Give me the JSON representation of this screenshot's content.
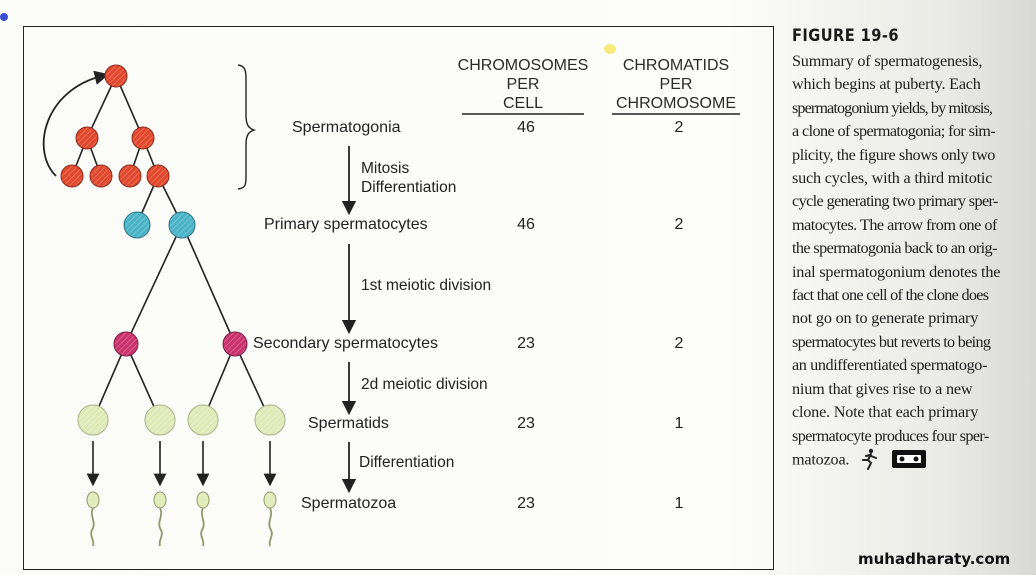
{
  "headers": {
    "chromosomes": [
      "CHROMOSOMES",
      "PER",
      "CELL"
    ],
    "chromatids": [
      "CHROMATIDS",
      "PER",
      "CHROMOSOME"
    ]
  },
  "stages": [
    {
      "name": "Spermatogonia",
      "chromosomes": "46",
      "chromatids": "2"
    },
    {
      "name": "Primary spermatocytes",
      "chromosomes": "46",
      "chromatids": "2"
    },
    {
      "name": "Secondary spermatocytes",
      "chromosomes": "23",
      "chromatids": "2"
    },
    {
      "name": "Spermatids",
      "chromosomes": "23",
      "chromatids": "1"
    },
    {
      "name": "Spermatozoa",
      "chromosomes": "23",
      "chromatids": "1"
    }
  ],
  "processes": [
    [
      "Mitosis",
      "Differentiation"
    ],
    [
      "1st meiotic division"
    ],
    [
      "2d meiotic division"
    ],
    [
      "Differentiation"
    ]
  ],
  "figure": {
    "title": "FIGURE 19-6",
    "caption_lines": [
      "Summary of spermatogenesis,",
      "which begins at puberty. Each",
      "spermatogonium yields, by mitosis,",
      "a clone of spermatogonia; for sim-",
      "plicity, the figure shows only two",
      "such cycles, with a third mitotic",
      "cycle generating two primary sper-",
      "matocytes. The arrow from one of",
      "the spermatogonia back to an orig-",
      "inal spermatogonium denotes the",
      "fact that one cell of the clone does",
      "not go on to generate primary",
      "spermatocytes but reverts to being",
      "an undifferentiated spermatogo-",
      "nium that gives rise to a new",
      "clone. Note that each primary",
      "spermatocyte produces four sper-",
      "matozoa."
    ]
  },
  "watermark": "muhadharaty.com",
  "colors": {
    "spermatogonia": "#e0482f",
    "primary": "#4ab3c7",
    "secondary": "#c9336d",
    "spermatid": "#dde9b6",
    "spermatozoa": "#e3ecbd"
  },
  "icons": [
    "running-figure-icon",
    "videotape-icon"
  ]
}
